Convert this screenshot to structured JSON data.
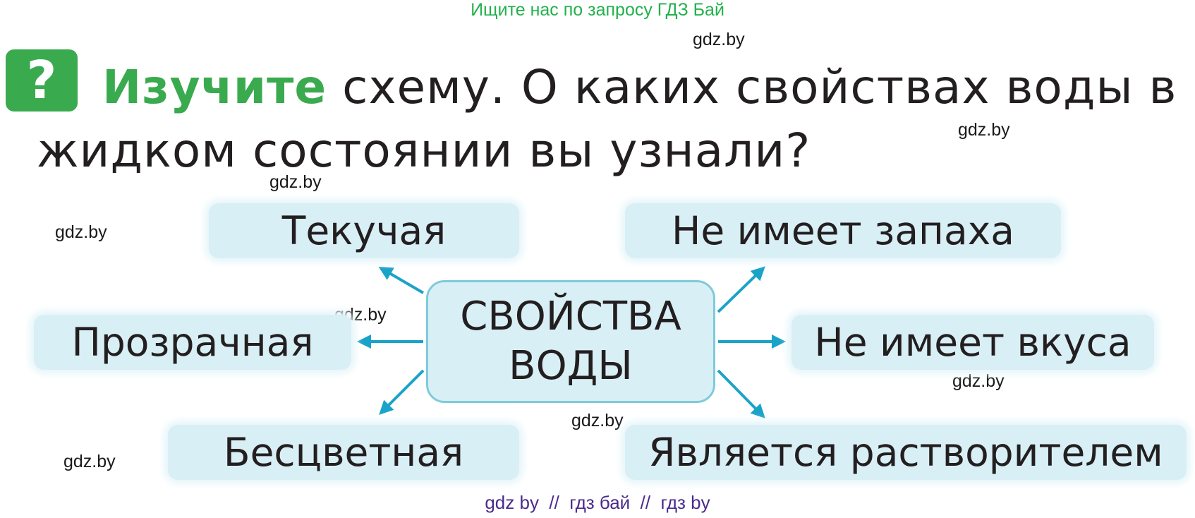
{
  "banner": "Ищите нас по запросу ГДЗ Бай",
  "watermarks": [
    "gdz.by",
    "gdz.by",
    "gdz.by",
    "gdz.by",
    "gdz.by",
    "gdz.by",
    "gdz.by",
    "gdz.by"
  ],
  "footer": "gdz by  //  гдз бай  //  гдз by",
  "question": {
    "icon": "?",
    "highlight": "Изучите",
    "line1_rest": "схему. О каких свойствах воды в",
    "line2": "жидком состоянии вы узнали?"
  },
  "diagram": {
    "center_line1": "СВОЙСТВА",
    "center_line2": "ВОДЫ",
    "properties": {
      "top_left": "Текучая",
      "top_right": "Не имеет запаха",
      "mid_left": "Прозрачная",
      "mid_right": "Не имеет вкуса",
      "bottom_left": "Бесцветная",
      "bottom_right": "Является растворителем"
    }
  },
  "colors": {
    "accent_green": "#3aaa4f",
    "arrow": "#1aa3c8",
    "box_fill": "#d9eff6",
    "banner_green": "#22b14c"
  }
}
